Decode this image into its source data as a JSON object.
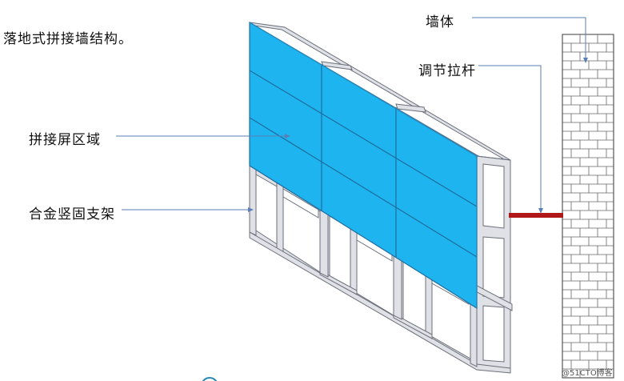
{
  "caption": "落地式拼接墙结构。",
  "labels": {
    "screen_area": "拼接屏区域",
    "alloy_bracket": "合金竖固支架",
    "wall": "墙体",
    "adjusting_rod": "调节拉杆"
  },
  "watermark": "@51CTO博客",
  "colors": {
    "screen": "#1eb4ef",
    "screen_seam": "#1e6d9c",
    "frame": "#dfe1e6",
    "frame_stroke": "#6b6f7a",
    "rod": "#b01818",
    "leader": "#5a7fb4",
    "brick_stroke": "#555555"
  }
}
